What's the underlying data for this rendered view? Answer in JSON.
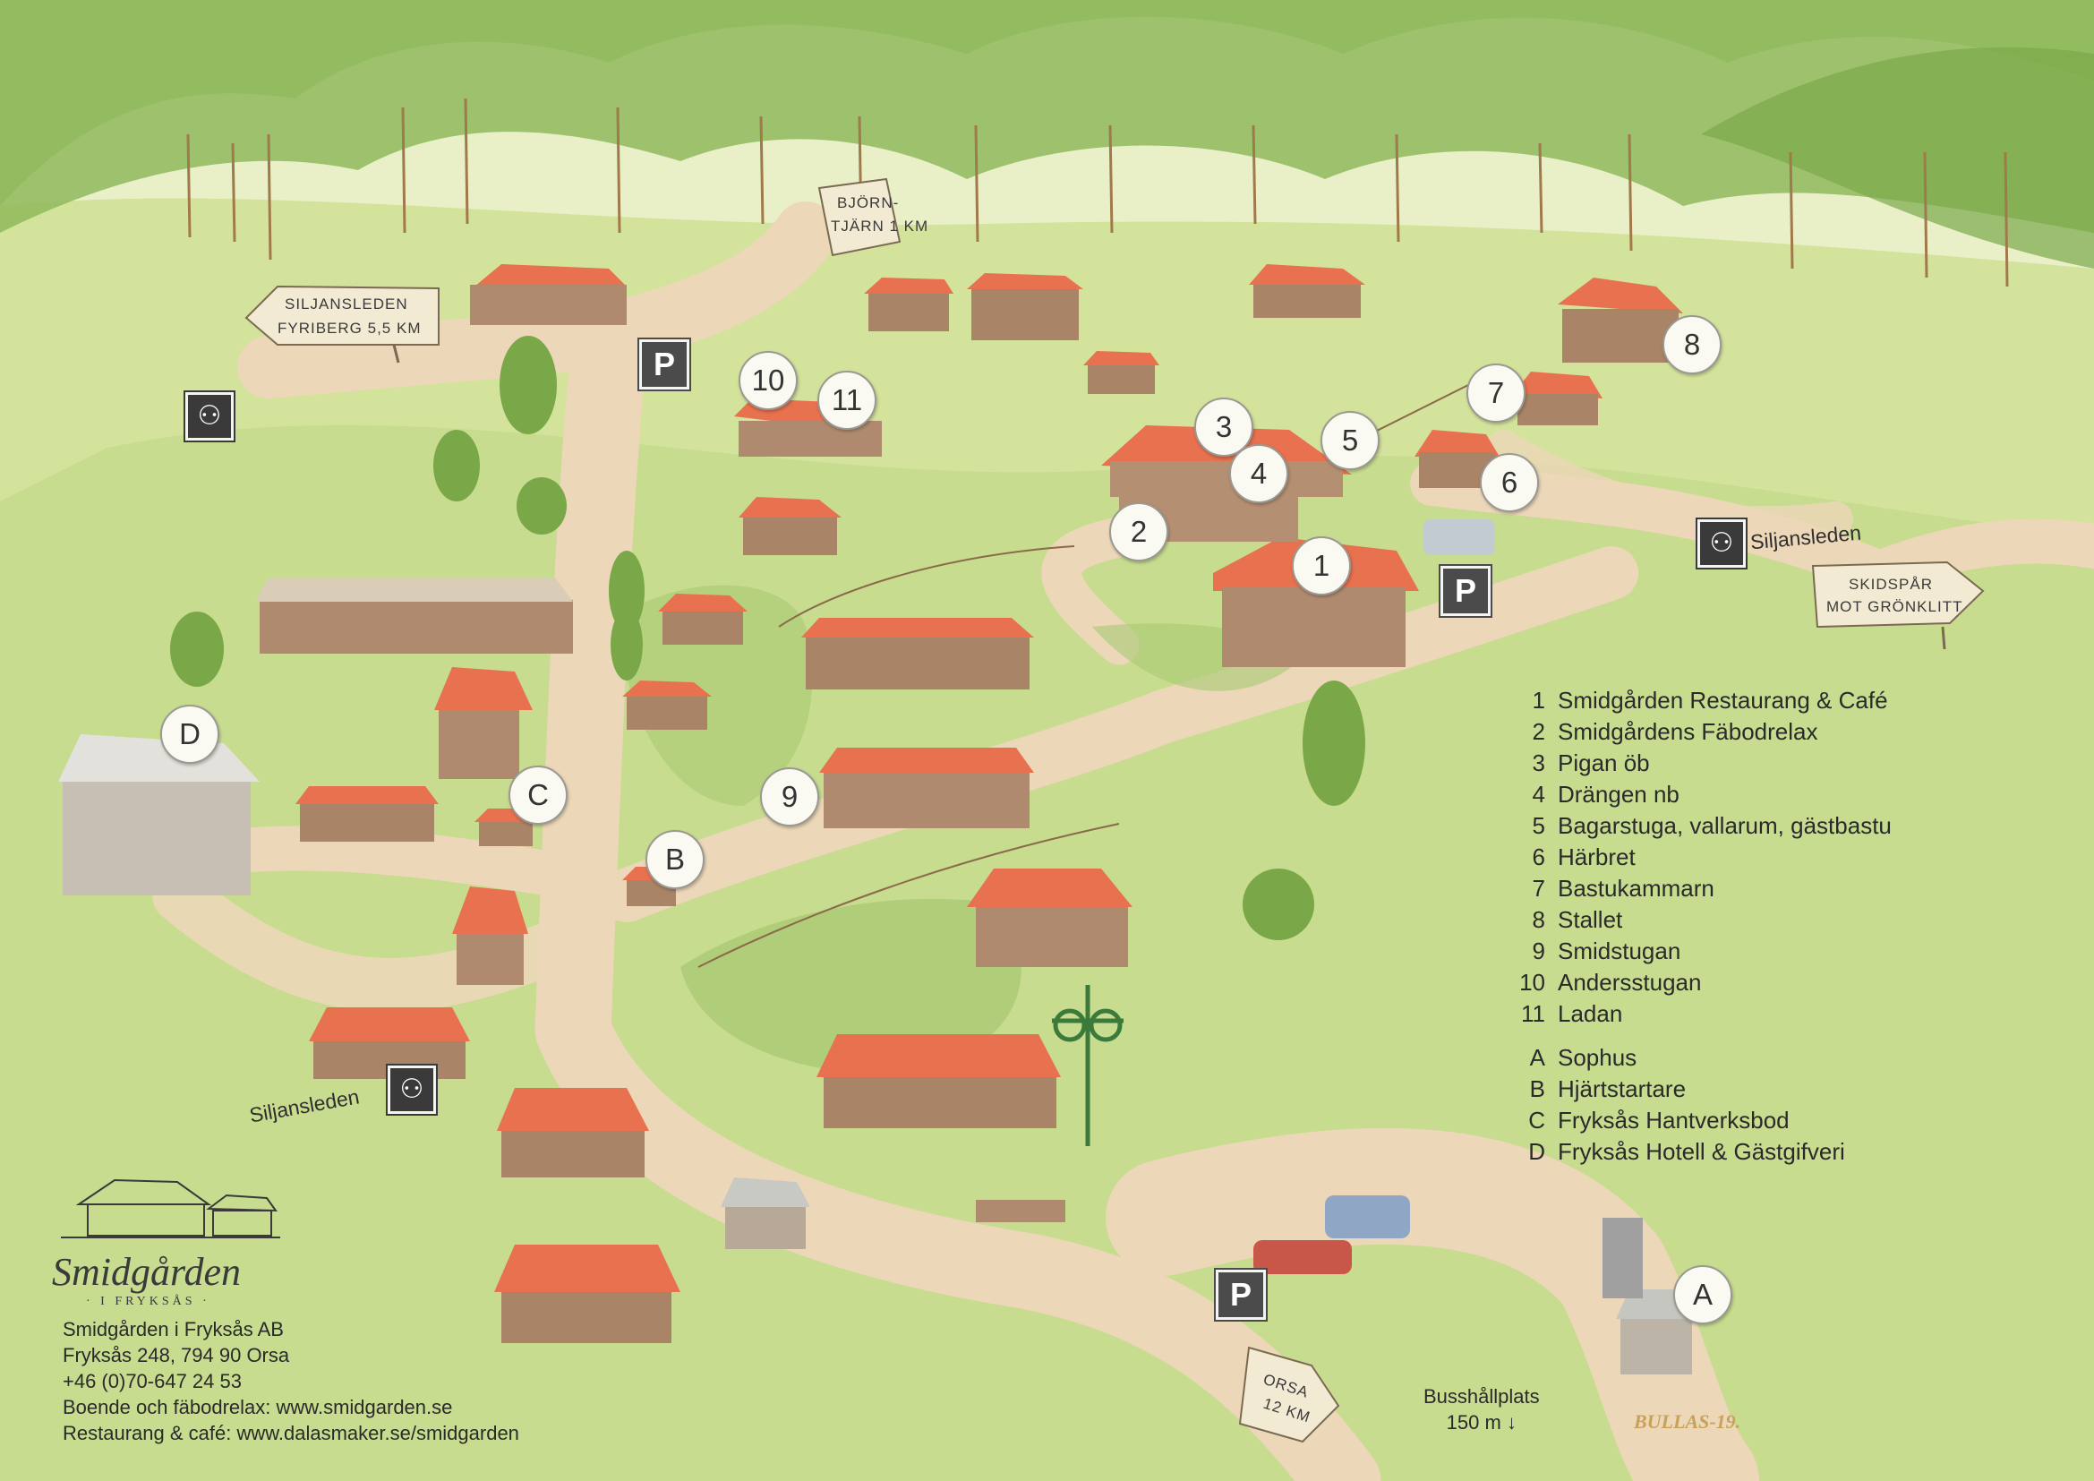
{
  "colors": {
    "forest": "#7aa84a",
    "grass": "#c8dc8c",
    "meadow": "#9cc46a",
    "path": "#ecd9bd",
    "roof": "#e8714f",
    "wall": "#b08a6e",
    "marker_bg": "#fbfaf2"
  },
  "signs": {
    "siljansleden_sign": "SILJANSLEDEN",
    "siljansleden_sign_2": "FYRIBERG 5,5 KM",
    "bjorntjarn_1": "BJÖRN-",
    "bjorntjarn_2": "TJÄRN 1 KM",
    "skidspar_1": "SKIDSPÅR",
    "skidspar_2": "MOT GRÖNKLITT",
    "orsa_1": "ORSA",
    "orsa_2": "12 KM"
  },
  "trail_labels": {
    "east": "Siljansleden",
    "southwest": "Siljansleden"
  },
  "markers": [
    {
      "id": "1",
      "label": "1"
    },
    {
      "id": "2",
      "label": "2"
    },
    {
      "id": "3",
      "label": "3"
    },
    {
      "id": "4",
      "label": "4"
    },
    {
      "id": "5",
      "label": "5"
    },
    {
      "id": "6",
      "label": "6"
    },
    {
      "id": "7",
      "label": "7"
    },
    {
      "id": "8",
      "label": "8"
    },
    {
      "id": "9",
      "label": "9"
    },
    {
      "id": "10",
      "label": "10"
    },
    {
      "id": "11",
      "label": "11"
    },
    {
      "id": "A",
      "label": "A"
    },
    {
      "id": "B",
      "label": "B"
    },
    {
      "id": "C",
      "label": "C"
    },
    {
      "id": "D",
      "label": "D"
    }
  ],
  "parking_label": "P",
  "legend": {
    "numbered": [
      {
        "key": "1",
        "name": "Smidgården Restaurang & Café"
      },
      {
        "key": "2",
        "name": "Smidgårdens Fäbodrelax"
      },
      {
        "key": "3",
        "name": "Pigan öb"
      },
      {
        "key": "4",
        "name": "Drängen nb"
      },
      {
        "key": "5",
        "name": "Bagarstuga, vallarum, gästbastu"
      },
      {
        "key": "6",
        "name": "Härbret"
      },
      {
        "key": "7",
        "name": "Bastukammarn"
      },
      {
        "key": "8",
        "name": "Stallet"
      },
      {
        "key": "9",
        "name": "Smidstugan"
      },
      {
        "key": "10",
        "name": "Andersstugan"
      },
      {
        "key": "11",
        "name": "Ladan"
      }
    ],
    "lettered": [
      {
        "key": "A",
        "name": "Sophus"
      },
      {
        "key": "B",
        "name": "Hjärtstartare"
      },
      {
        "key": "C",
        "name": "Fryksås Hantverksbod"
      },
      {
        "key": "D",
        "name": "Fryksås Hotell & Gästgifveri"
      }
    ]
  },
  "brand": {
    "name": "Smidgården",
    "sub": "· I FRYKSÅS ·"
  },
  "contact": {
    "company": "Smidgården i Fryksås AB",
    "address": "Fryksås 248, 794 90 Orsa",
    "phone": "+46 (0)70-647 24 53",
    "lodging": "Boende och fäbodrelax: www.smidgarden.se",
    "restaurant": "Restaurang & café: www.dalasmaker.se/smidgarden"
  },
  "bus": {
    "line1": "Busshållplats",
    "line2": "150 m"
  },
  "artist": "BULLAS-19."
}
